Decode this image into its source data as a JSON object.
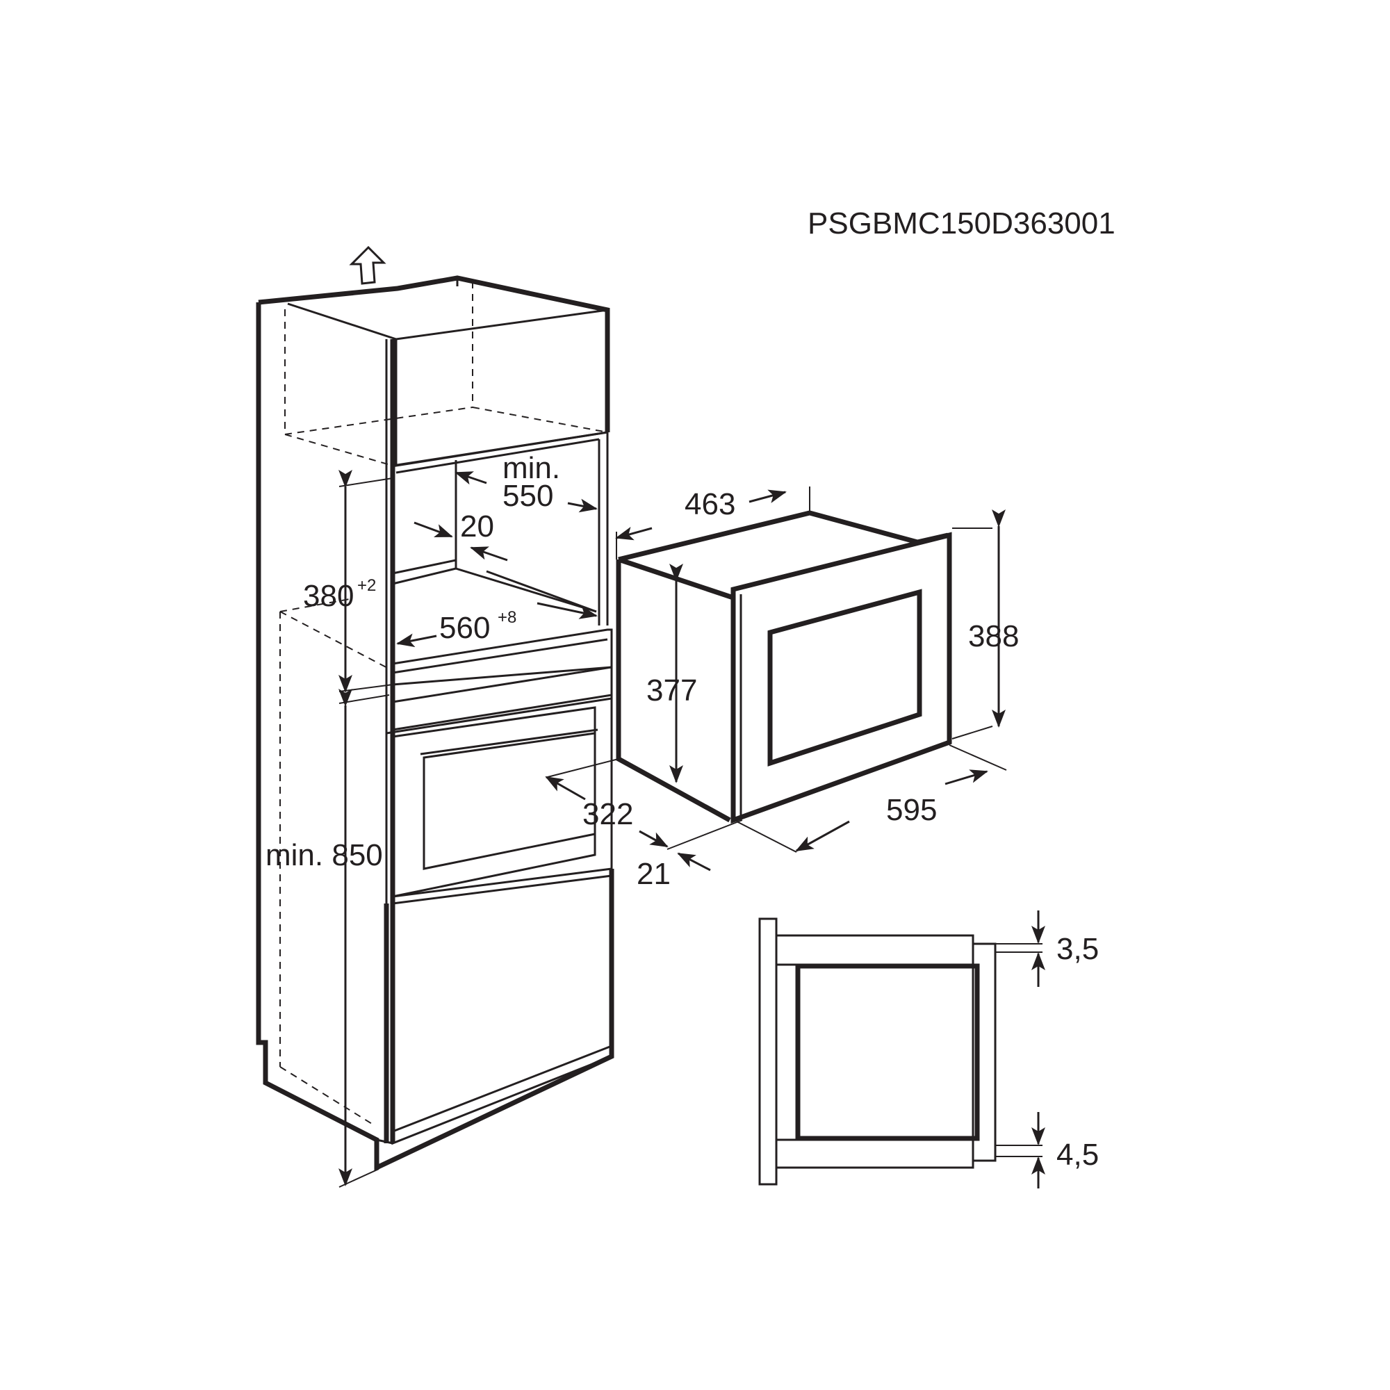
{
  "model_code": "PSGBMC150D363001",
  "cabinet": {
    "niche_depth_label": "min.",
    "niche_depth_value": "550",
    "back_gap_value": "20",
    "niche_height_value": "380",
    "niche_height_tolerance": "+2",
    "niche_width_value": "560",
    "niche_width_tolerance": "+8",
    "floor_height_label": "min. 850"
  },
  "appliance": {
    "width_depth_value": "463",
    "body_height_value": "377",
    "front_height_value": "388",
    "front_width_value": "595",
    "depth_offset_value": "322",
    "frame_thickness_value": "21"
  },
  "side_view": {
    "top_gap_value": "3,5",
    "bottom_gap_value": "4,5"
  }
}
